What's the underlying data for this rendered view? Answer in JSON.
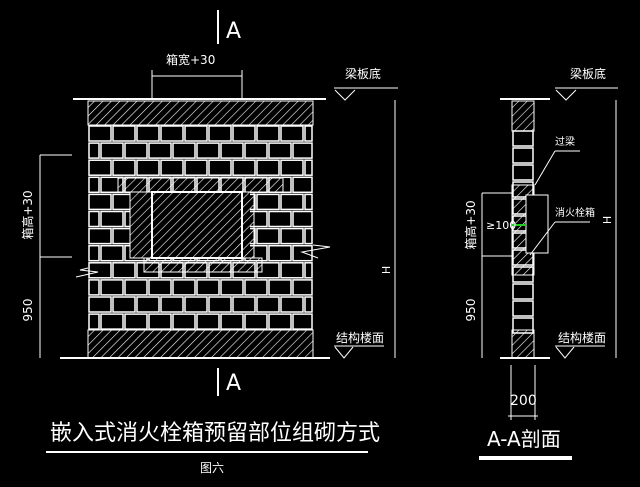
{
  "section_marker_top": "A",
  "section_marker_bottom": "A",
  "box_width_dim": "箱宽+30",
  "box_height_dim": "箱高+30",
  "box_height_dim_section": "箱高+30",
  "dim_950": "950",
  "dim_950_section": "950",
  "dim_h": "H",
  "dim_h_section": "H",
  "beam_bottom": "梁板底",
  "beam_bottom_section": "梁板底",
  "floor_label": "结构楼面",
  "floor_label_section": "结构楼面",
  "lintel_label": "过梁",
  "hydrant_box_label": "消火栓箱",
  "min_100": "≥100",
  "wall_thickness": "200",
  "main_title": "嵌入式消火栓箱预留部位组砌方式",
  "section_title": "A-A剖面",
  "figure_label": "图六",
  "colors": {
    "background": "#000000",
    "lines": "#ffffff",
    "highlight": "#22cc22"
  }
}
